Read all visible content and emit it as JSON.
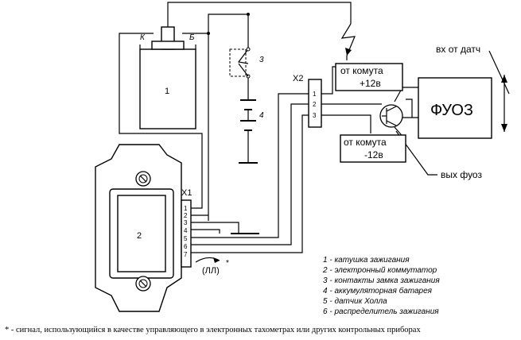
{
  "components": {
    "coil_number": "1",
    "coil_term_left": "К",
    "coil_term_right": "Б",
    "commutator_number": "2",
    "switch_number": "3",
    "battery_number": "4",
    "fuoz_label": "ФУОЗ"
  },
  "connectors": {
    "x1_label": "Х1",
    "x2_label": "Х2",
    "x1_pins": [
      "1",
      "2",
      "3",
      "4",
      "5",
      "6",
      "7"
    ],
    "x2_pins": [
      "1",
      "2",
      "3"
    ]
  },
  "annotations": {
    "from_comm_plus": "от комута",
    "plus_voltage": "+12в",
    "from_comm_minus": "от комута",
    "minus_voltage": "-12в",
    "sensor_input": "вх от датч",
    "fuoz_output": "вых фуоз",
    "pulse_signal": "(ЛЛ)",
    "asterisk": "*"
  },
  "legend": [
    "1 - катушка зажигания",
    "2 - электронный коммутатор",
    "3 - контакты замка зажигания",
    "4 - аккумуляторная батарея",
    "5 - датчик Холла",
    "6 - распределитель зажигания"
  ],
  "footnote": "* - сигнал, использующийся в качестве управляющего в электронных тахометрах или других контрольных приборах"
}
